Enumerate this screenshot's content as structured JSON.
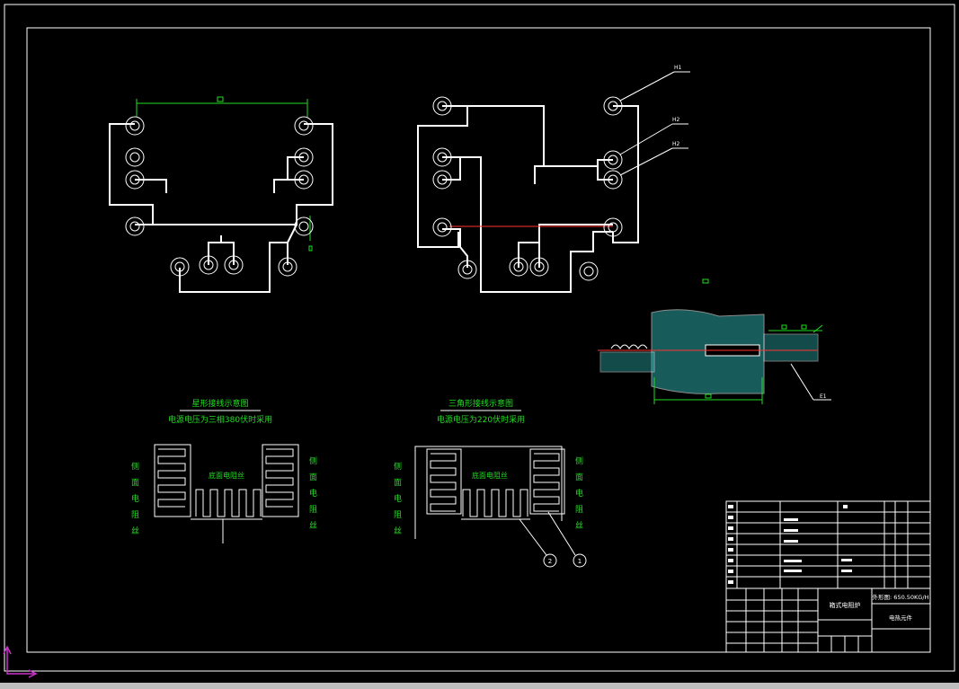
{
  "diagram": {
    "star_caption_title": "星形接线示意图",
    "star_caption_sub": "电源电压为三相380伏时采用",
    "delta_caption_title": "三角形接线示意图",
    "delta_caption_sub": "电源电压为220伏时采用",
    "bottom_heater_label_star": "底面电阻丝",
    "bottom_heater_label_delta": "底面电阻丝",
    "side_heater_label_chars": [
      "侧",
      "面",
      "电",
      "阻",
      "丝"
    ],
    "balloon_1": "1",
    "balloon_2": "2",
    "leader_label_h1": "H1",
    "leader_label_h2a": "H2",
    "leader_label_h2b": "H2",
    "leader_label_e1": "E1"
  },
  "title_block": {
    "part_name": "箱式电阻炉",
    "spec": "外形图: 650.50KG/H",
    "drawing_name": "电热元件"
  },
  "colors": {
    "background": "#000000",
    "line": "#ffffff",
    "dimension": "#22dd22",
    "axis": "#cc33cc",
    "centerline": "#ff3333",
    "hatch": "#2aa6a6"
  }
}
